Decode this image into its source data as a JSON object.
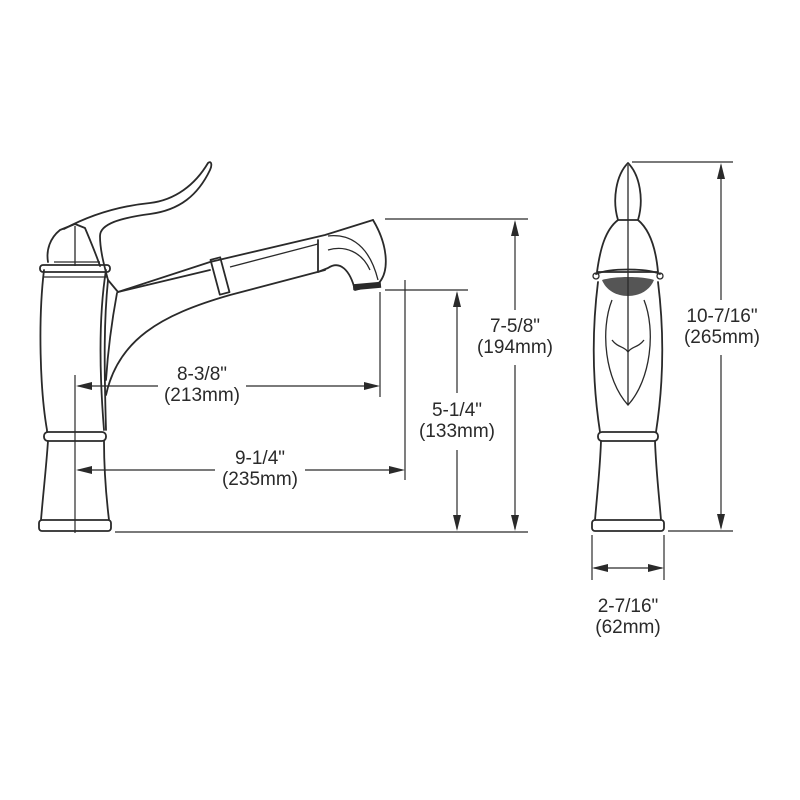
{
  "drawing": {
    "title": "Pull-out kitchen faucet dimension drawing",
    "line_color": "#2a2a2a",
    "background": "#ffffff",
    "views": [
      "side-view",
      "front-view"
    ]
  },
  "dimensions": {
    "spout_reach": {
      "imperial": "8-3/8\"",
      "metric": "(213mm)"
    },
    "overall_reach": {
      "imperial": "9-1/4\"",
      "metric": "(235mm)"
    },
    "spout_height": {
      "imperial": "5-1/4\"",
      "metric": "(133mm)"
    },
    "spout_top_height": {
      "imperial": "7-5/8\"",
      "metric": "(194mm)"
    },
    "overall_height": {
      "imperial": "10-7/16\"",
      "metric": "(265mm)"
    },
    "base_diameter": {
      "imperial": "2-7/16\"",
      "metric": "(62mm)"
    }
  }
}
